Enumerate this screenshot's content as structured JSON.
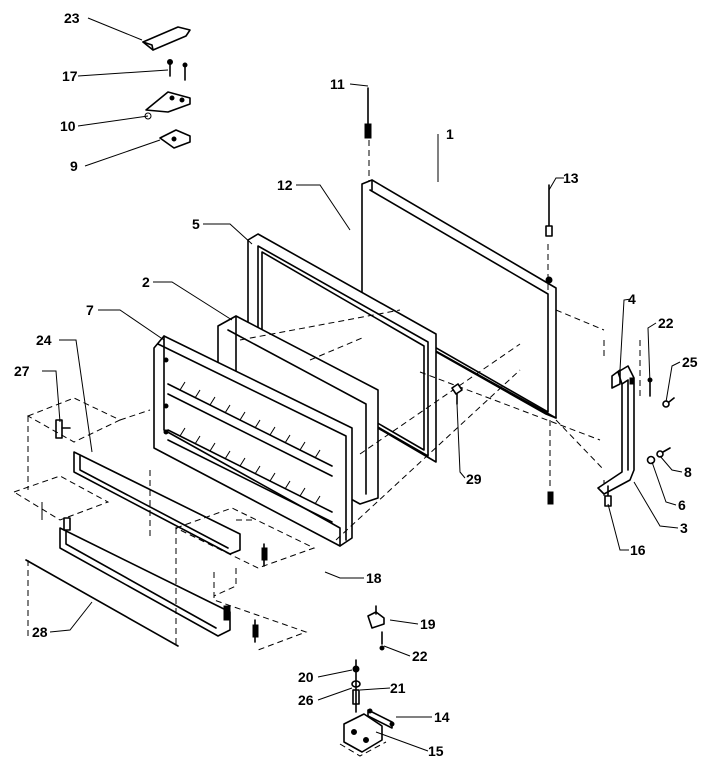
{
  "callouts": {
    "c1": "1",
    "c2": "2",
    "c3": "3",
    "c4": "4",
    "c5": "5",
    "c6": "6",
    "c7": "7",
    "c8": "8",
    "c9": "9",
    "c10": "10",
    "c11": "11",
    "c12": "12",
    "c13": "13",
    "c14": "14",
    "c15": "15",
    "c16": "16",
    "c17": "17",
    "c18": "18",
    "c19": "19",
    "c20": "20",
    "c21": "21",
    "c22a": "22",
    "c22b": "22",
    "c23": "23",
    "c24": "24",
    "c25": "25",
    "c26": "26",
    "c27": "27",
    "c28": "28",
    "c29": "29"
  }
}
